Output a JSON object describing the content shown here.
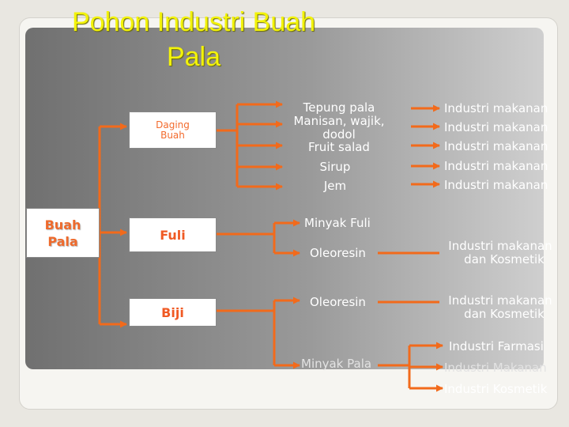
{
  "title": {
    "line1": "Pohon Industri Buah",
    "line2": "Pala"
  },
  "colors": {
    "arrow": "#f26a1b",
    "title": "#f3f30a",
    "node_text": "#f05a24"
  },
  "root": {
    "line1": "Buah",
    "line2": "Pala"
  },
  "branches": {
    "daging": {
      "line1": "Daging",
      "line2": "Buah"
    },
    "fuli": "Fuli",
    "biji": "Biji"
  },
  "daging_products": {
    "tepung": "Tepung pala",
    "manisan": "Manisan, wajik,",
    "dodol": "dodol",
    "fruit_salad": "Fruit salad",
    "sirup": "Sirup",
    "jem": "Jem"
  },
  "daging_industries": [
    "Industri makanan",
    "Industri makanan",
    "Industri makanan",
    "Industri makanan",
    "Industri makanan"
  ],
  "fuli_products": {
    "minyak_fuli": "Minyak Fuli",
    "oleoresin": "Oleoresin"
  },
  "fuli_industry": {
    "line1": "Industri makanan",
    "line2": "dan Kosmetik"
  },
  "biji_products": {
    "oleoresin": "Oleoresin",
    "minyak_pala": "Minyak Pala"
  },
  "biji_industry": {
    "line1": "Industri makanan",
    "line2": "dan Kosmetik"
  },
  "minyak_pala_industries": [
    "Industri Farmasi",
    "Industri Makanan",
    "Industri Kosmetik"
  ]
}
